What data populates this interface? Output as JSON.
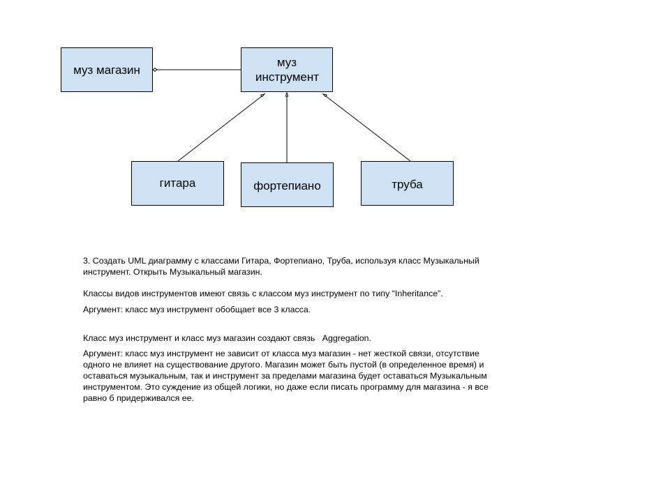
{
  "diagram": {
    "box_fill": "#cfe2f3",
    "line_color": "#000000",
    "boxes": {
      "shop": "муз магазин",
      "instrument": "муз инструмент",
      "guitar": "гитара",
      "piano": "фортепиано",
      "trumpet": "труба"
    },
    "relations": {
      "shop_instrument": "aggregation",
      "guitar_instrument": "inheritance",
      "piano_instrument": "inheritance",
      "trumpet_instrument": "inheritance"
    }
  },
  "text": {
    "task": "3. Создать UML диаграмму с классами Гитара, Фортепиано, Труба, используя класс Музыкальный инструмент. Открыть Музыкальный магазин.",
    "inheritance": "Классы видов инструментов имеют связь с классом муз инструмент по типу “Inheritance”.",
    "argument1": "Аргумент: класс муз инструмент обобщает все 3 класса.",
    "aggregation": "Класс муз инструмент и класс муз магазин создают связь   Aggregation.",
    "argument2": "Аргумент: класс муз инструмент не зависит от класса муз магазин - нет жесткой связи, отсутствие одного не влияет на существование другого. Магазин может быть пустой (в определенное время) и оставаться музыкальным, так и инструмент за пределами магазина будет оставаться Музыкальным инструментом. Это суждение из общей логики, но даже если писать программу для магазина - я все равно б придерживался ее."
  }
}
